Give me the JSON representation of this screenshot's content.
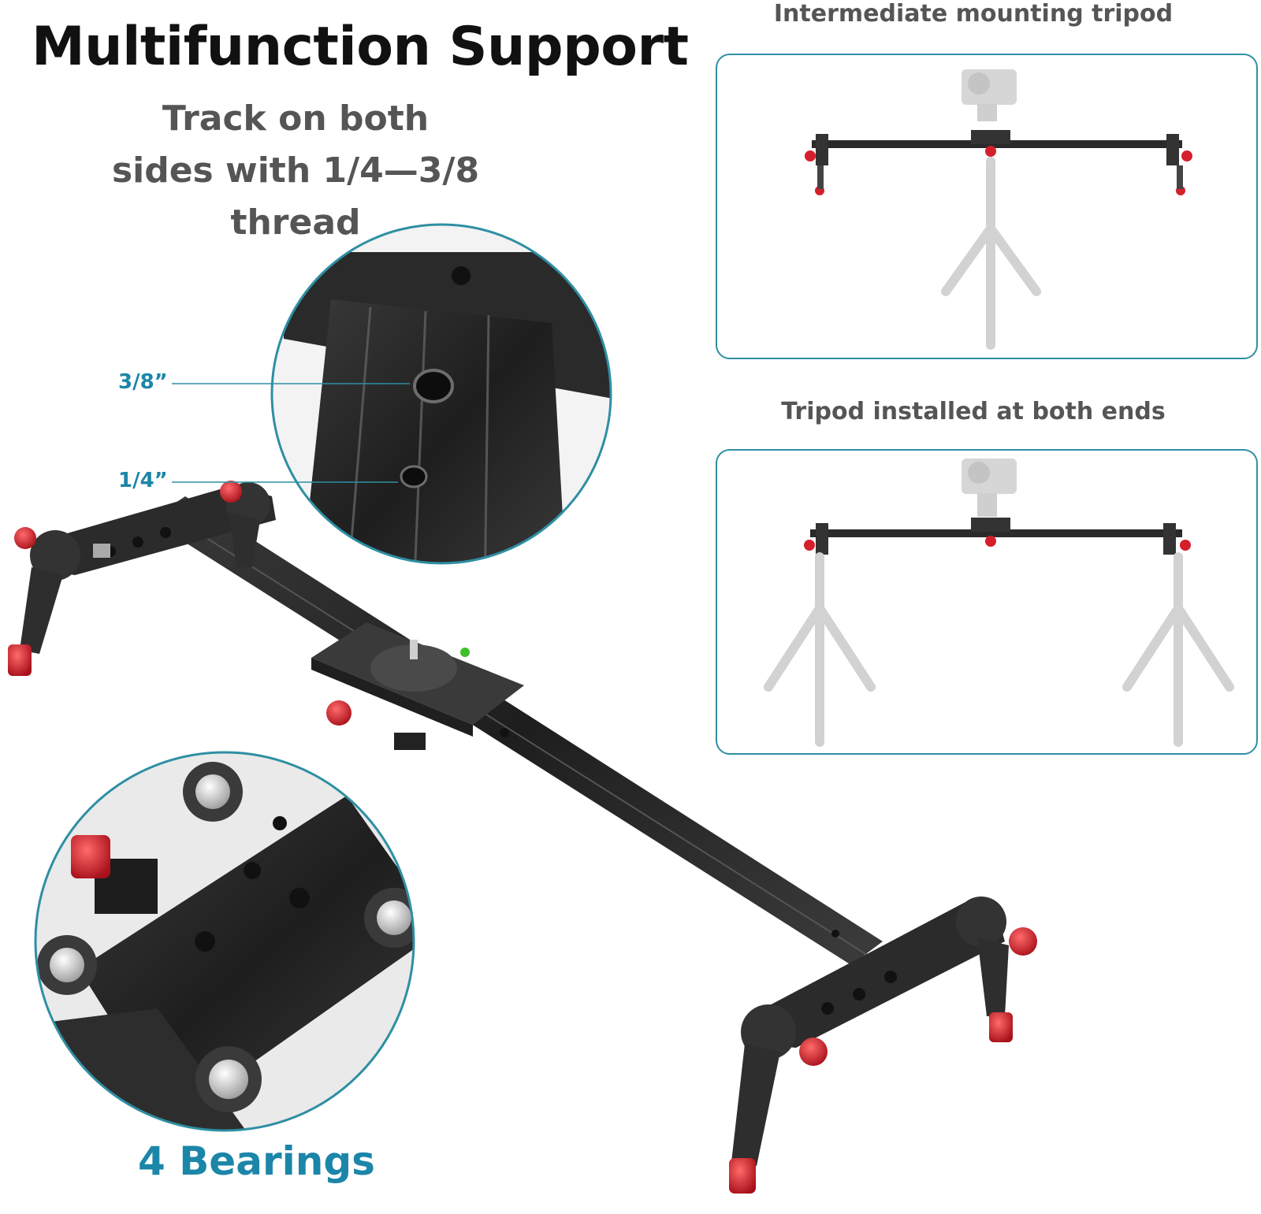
{
  "heading": {
    "title": "Multifunction Support",
    "subtitle_line1": "Track on both",
    "subtitle_line2": "sides with 1/4—3/8 thread"
  },
  "callouts": {
    "large_hole": "3/8”",
    "small_hole": "1/4”",
    "bearings": "4 Bearings"
  },
  "panels": {
    "top_caption": "Intermediate mounting tripod",
    "bottom_caption": "Tripod installed at both ends"
  },
  "colors": {
    "accent": "#1b86a8",
    "panel_border": "#2e8fa3",
    "knob_red": "#d4202c",
    "metal_dark": "#2a2a2a"
  }
}
